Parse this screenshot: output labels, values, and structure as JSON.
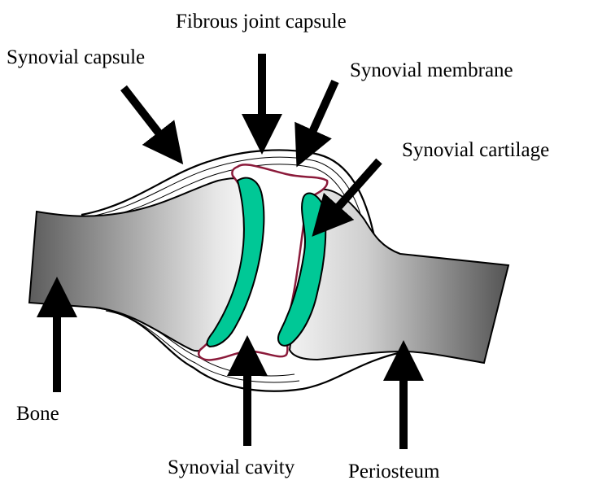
{
  "colors": {
    "cartilage": "#00c896",
    "membrane": "#8b1a3a",
    "bone_light": "#f2f2f2",
    "bone_dark": "#5a5a5a",
    "arrow": "#000000"
  },
  "labels": {
    "fibrous_joint_capsule": "Fibrous joint capsule",
    "synovial_capsule": "Synovial capsule",
    "synovial_membrane": "Synovial membrane",
    "synovial_cartilage": "Synovial cartilage",
    "bone": "Bone",
    "synovial_cavity": "Synovial cavity",
    "periosteum": "Periosteum"
  }
}
